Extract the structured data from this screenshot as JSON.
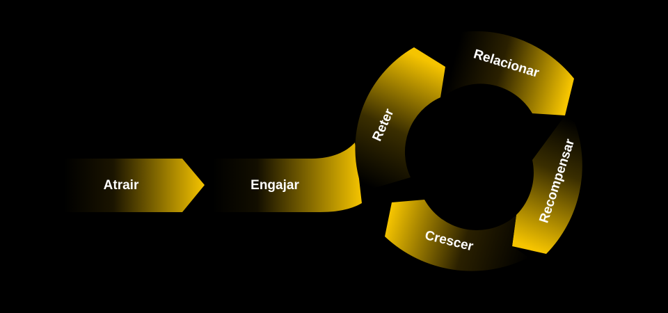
{
  "diagram": {
    "type": "cycle-flow",
    "background_color": "#000000",
    "accent_color": "#f5c400",
    "text_color": "#ffffff",
    "stages": {
      "atrair": "Atrair",
      "engajar": "Engajar",
      "reter": "Reter",
      "relacionar": "Relacionar",
      "recompensar": "Recompensar",
      "crescer": "Crescer"
    },
    "flow_order": [
      "Atrair",
      "Engajar",
      "Reter",
      "Relacionar",
      "Recompensar",
      "Crescer"
    ]
  }
}
